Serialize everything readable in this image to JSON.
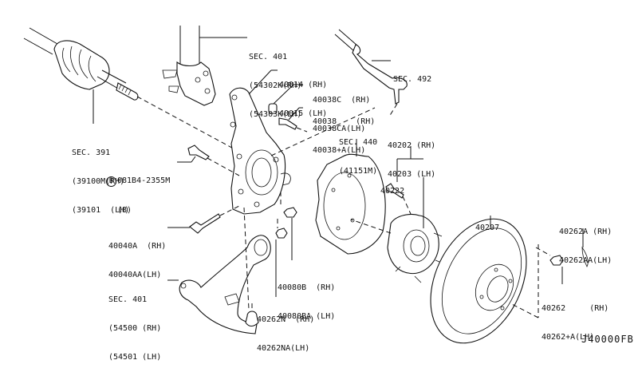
{
  "diagram": {
    "id_code": "J40000FB",
    "description": "Front axle exploded parts diagram"
  },
  "callouts": {
    "sec391": {
      "section": "SEC. 391",
      "line1": "(39100M(RH)",
      "line2": "(39101  (LH)"
    },
    "bolt08184": {
      "code_prefix": "B",
      "part": "081B4-2355M",
      "qty": "(8)"
    },
    "sec401_strut": {
      "section": "SEC. 401",
      "line1": "(54302K(RH)",
      "line2": "(54303K(LH)"
    },
    "knuckle": {
      "line1": "40014 (RH)",
      "line2": "40015 (LH)"
    },
    "bushing": {
      "line1": "40038C  (RH)",
      "line2": "40038CA(LH)"
    },
    "stud": {
      "line1": "40038    (RH)",
      "line2": "40038+A(LH)"
    },
    "sec492": {
      "section": "SEC. 492"
    },
    "sec440": {
      "section": "SEC. 440",
      "line1": "(41151M)"
    },
    "hub": {
      "line1": "40202 (RH)",
      "line2": "40203 (LH)"
    },
    "hub_bolt": {
      "part": "40222"
    },
    "rotor": {
      "part": "40207"
    },
    "knuckle_bolt": {
      "line1": "40040A  (RH)",
      "line2": "40040AA(LH)"
    },
    "nut_40080": {
      "line1": "40080B  (RH)",
      "line2": "40080BA (LH)"
    },
    "sec401_arm": {
      "section": "SEC. 401",
      "line1": "(54500 (RH)",
      "line2": "(54501 (LH)"
    },
    "nut_40262n": {
      "line1": "40262N  (RH)",
      "line2": "40262NA(LH)"
    },
    "cotter_pin": {
      "line1": "40262A (RH)",
      "line2": "40262AA(LH)"
    },
    "nut_40262": {
      "line1": "40262     (RH)",
      "line2": "40262+A(LH)"
    }
  }
}
